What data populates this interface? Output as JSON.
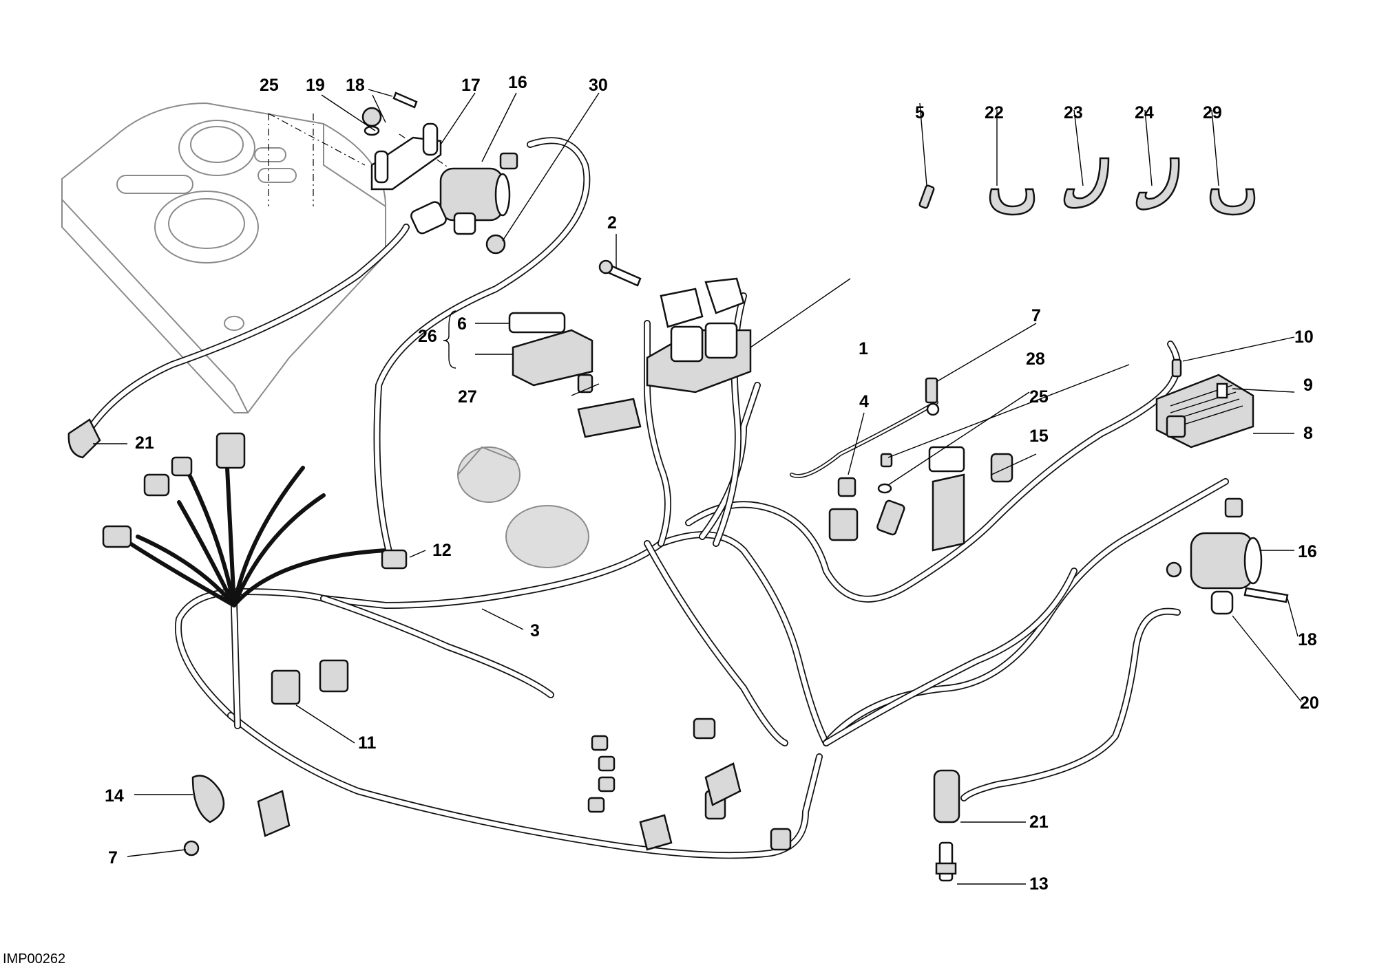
{
  "diagram": {
    "code": "IMP00262",
    "labels": {
      "l1": "1",
      "l2": "2",
      "l3": "3",
      "l4": "4",
      "l5": "5",
      "l6": "6",
      "l7a": "7",
      "l7b": "7",
      "l8": "8",
      "l9": "9",
      "l10": "10",
      "l11": "11",
      "l12": "12",
      "l13": "13",
      "l14": "14",
      "l15": "15",
      "l16a": "16",
      "l16b": "16",
      "l17": "17",
      "l18a": "18",
      "l18b": "18",
      "l19": "19",
      "l20": "20",
      "l21a": "21",
      "l21b": "21",
      "l22": "22",
      "l23": "23",
      "l24": "24",
      "l25a": "25",
      "l25b": "25",
      "l26": "26",
      "l27": "27",
      "l28": "28",
      "l29": "29",
      "l30": "30"
    }
  }
}
